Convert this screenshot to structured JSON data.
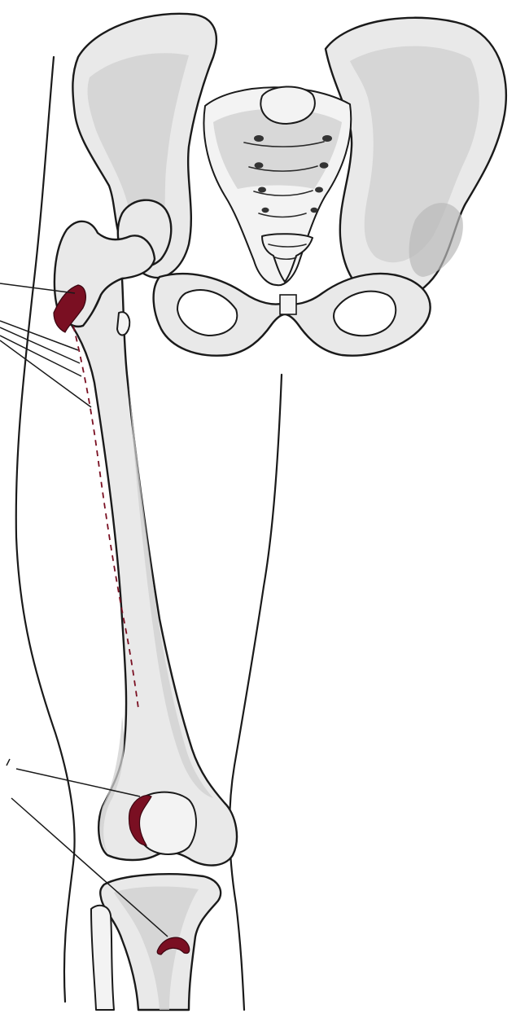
{
  "figure": {
    "labels": [],
    "colors": {
      "bone_fill": "#e9e9e9",
      "bone_shadow": "#b9b9b9",
      "outline": "#1a1a1a",
      "attachment_highlight": "#7a0f22",
      "background": "#ffffff"
    },
    "structures": [
      "pelvis",
      "sacrum",
      "coccyx",
      "pubic-symphysis",
      "femur",
      "patella",
      "tibia",
      "fibula",
      "thigh-outline"
    ],
    "attachment_sites": [
      "greater-trochanter",
      "linea-aspera",
      "medial-femoral-condyle",
      "tibial-tuberosity"
    ]
  }
}
